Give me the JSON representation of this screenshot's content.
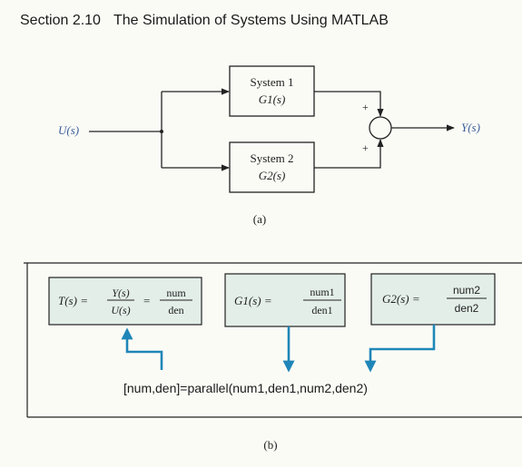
{
  "header": {
    "section": "Section 2.10",
    "title_prefix": "The Simulation of Systems Using ",
    "title_tool": "MATLAB"
  },
  "diagram_a": {
    "input": "U(s)",
    "output": "Y(s)",
    "system1": {
      "name": "System 1",
      "tf": "G1(s)"
    },
    "system2": {
      "name": "System 2",
      "tf": "G2(s)"
    },
    "sign_top": "+",
    "sign_bottom": "+",
    "caption": "(a)"
  },
  "diagram_b": {
    "box1": {
      "lhs": "T(s) =",
      "frac_num": "Y(s)",
      "frac_den": "U(s)",
      "eq": "=",
      "num": "num",
      "den": "den"
    },
    "box2": {
      "lhs": "G1(s) =",
      "num": "num1",
      "den": "den1"
    },
    "box3": {
      "lhs": "G2(s) =",
      "num": "num2",
      "den": "den2"
    },
    "command": "[num,den]=parallel(num1,den1,num2,den2)",
    "caption": "(b)"
  },
  "colors": {
    "signal_text": "#3a5e9a",
    "arrow_blue": "#1f86b8",
    "box_fill": "#e3eee9",
    "line": "#222222"
  }
}
